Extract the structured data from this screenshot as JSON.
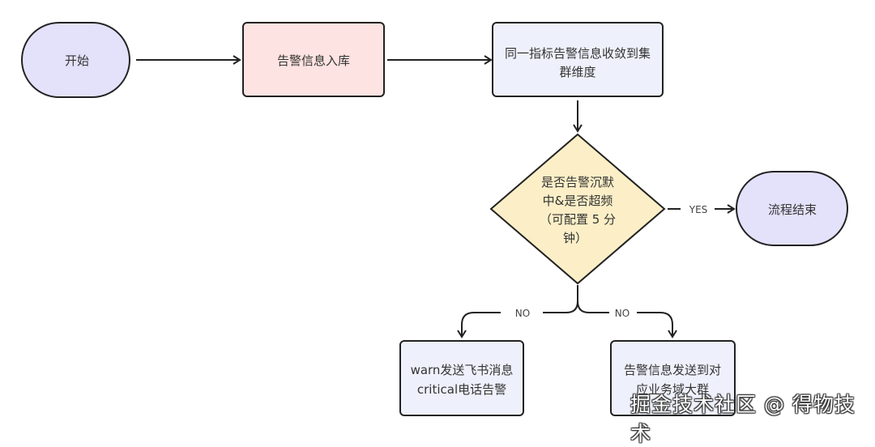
{
  "diagram": {
    "type": "flowchart",
    "nodes": {
      "start": {
        "shape": "terminal",
        "label": "开始",
        "fill": "#e4e1fb"
      },
      "ingest": {
        "shape": "process",
        "label": "告警信息入库",
        "fill": "#fde3e1"
      },
      "converge": {
        "shape": "process",
        "lines": [
          "同一指标告警信息收敛到集",
          "群维度"
        ],
        "fill": "#eef1fb"
      },
      "decision": {
        "shape": "decision",
        "lines": [
          "是否告警沉默",
          "中&是否超频",
          "（可配置 5 分",
          "钟）"
        ],
        "fill": "#fcefc7"
      },
      "end": {
        "shape": "terminal",
        "label": "流程结束",
        "fill": "#e4e1fb"
      },
      "notify": {
        "shape": "process",
        "lines": [
          "warn发送飞书消息",
          "critical电话告警"
        ],
        "fill": "#eef1fb"
      },
      "group": {
        "shape": "process",
        "lines": [
          "告警信息发送到对",
          "应业务域大群"
        ],
        "fill": "#eef1fb"
      }
    },
    "edges": [
      {
        "from": "start",
        "to": "ingest",
        "label": ""
      },
      {
        "from": "ingest",
        "to": "converge",
        "label": ""
      },
      {
        "from": "converge",
        "to": "decision",
        "label": ""
      },
      {
        "from": "decision",
        "to": "end",
        "label": "YES"
      },
      {
        "from": "decision",
        "to": "notify",
        "label": "NO"
      },
      {
        "from": "decision",
        "to": "group",
        "label": "NO"
      }
    ],
    "stroke_color": "#222222"
  },
  "watermark": "掘金技术社区 @ 得物技术"
}
